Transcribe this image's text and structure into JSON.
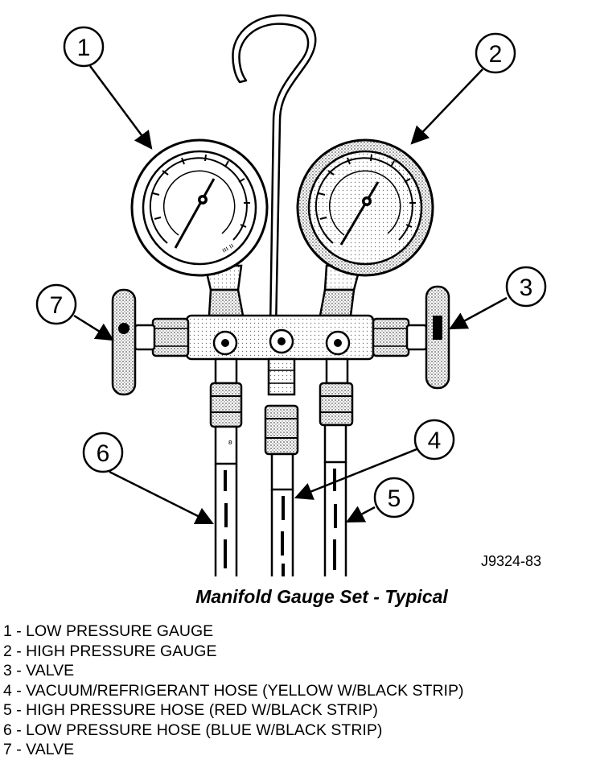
{
  "figure": {
    "callouts": [
      "1",
      "2",
      "3",
      "4",
      "5",
      "6",
      "7"
    ],
    "code": "J9324-83",
    "caption": "Manifold Gauge Set - Typical"
  },
  "legend": [
    "1 - LOW PRESSURE GAUGE",
    "2 - HIGH PRESSURE GAUGE",
    "3 - VALVE",
    "4 - VACUUM/REFRIGERANT HOSE (YELLOW W/BLACK STRIP)",
    "5 - HIGH PRESSURE HOSE (RED W/BLACK STRIP)",
    "6 - LOW PRESSURE HOSE (BLUE W/BLACK STRIP)",
    "7 - VALVE"
  ],
  "colors": {
    "ink": "#000000",
    "paper": "#ffffff",
    "shade": "#bdbdbd"
  }
}
